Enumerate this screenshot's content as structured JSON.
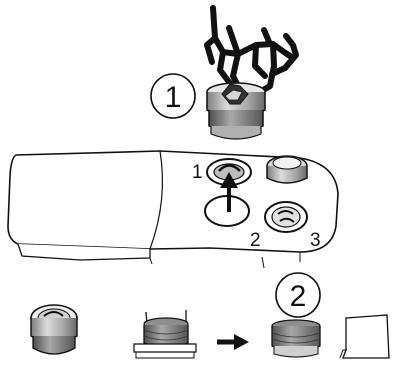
{
  "figure": {
    "callouts": [
      {
        "id": "step-1",
        "text": "1",
        "circled": true
      },
      {
        "id": "step-2",
        "text": "2",
        "circled": true
      }
    ],
    "port_labels": [
      "1",
      "2",
      "3"
    ],
    "colors": {
      "ink": "#111111",
      "metal_light": "#d9d9d9",
      "metal_mid": "#9a9a9a",
      "metal_dark": "#5e5e5e",
      "body": "#ffffff"
    }
  }
}
